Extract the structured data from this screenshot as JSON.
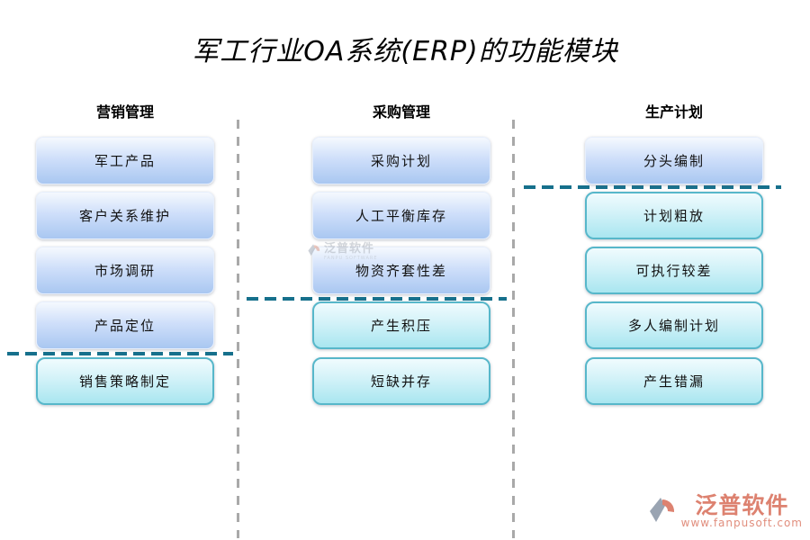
{
  "title": "军工行业OA系统(ERP)的功能模块",
  "columns": [
    {
      "header": "营销管理",
      "boxes": [
        {
          "label": "军工产品",
          "type": "blue"
        },
        {
          "label": "客户关系维护",
          "type": "blue"
        },
        {
          "label": "市场调研",
          "type": "blue"
        },
        {
          "label": "产品定位",
          "type": "blue"
        },
        {
          "label": "销售策略制定",
          "type": "cyan"
        }
      ],
      "divider_before_index": 4
    },
    {
      "header": "采购管理",
      "boxes": [
        {
          "label": "采购计划",
          "type": "blue"
        },
        {
          "label": "人工平衡库存",
          "type": "blue"
        },
        {
          "label": "物资齐套性差",
          "type": "blue"
        },
        {
          "label": "产生积压",
          "type": "cyan"
        },
        {
          "label": "短缺并存",
          "type": "cyan"
        }
      ],
      "divider_before_index": 3
    },
    {
      "header": "生产计划",
      "boxes": [
        {
          "label": "分头编制",
          "type": "blue"
        },
        {
          "label": "计划粗放",
          "type": "cyan"
        },
        {
          "label": "可执行较差",
          "type": "cyan"
        },
        {
          "label": "多人编制计划",
          "type": "cyan"
        },
        {
          "label": "产生错漏",
          "type": "cyan"
        }
      ],
      "divider_before_index": 1
    }
  ],
  "watermarks": {
    "center": {
      "brand": "泛普软件",
      "subtitle": "FANPU SOFTWARE"
    },
    "corner": {
      "brand": "泛普软件",
      "url": "www.fanpusoft.com"
    }
  },
  "colors": {
    "divider_teal": "#16708c",
    "separator_gray": "#a9a9a9",
    "box_blue_top": "#f5f9fe",
    "box_blue_bottom": "#a9c7f1",
    "box_cyan_top": "#f0fbfe",
    "box_cyan_bottom": "#a9e6f0",
    "box_cyan_border": "#57b7ca",
    "watermark_salmon": "#dd8270",
    "watermark_gray": "#a8aeb8",
    "title_color": "#000000"
  }
}
